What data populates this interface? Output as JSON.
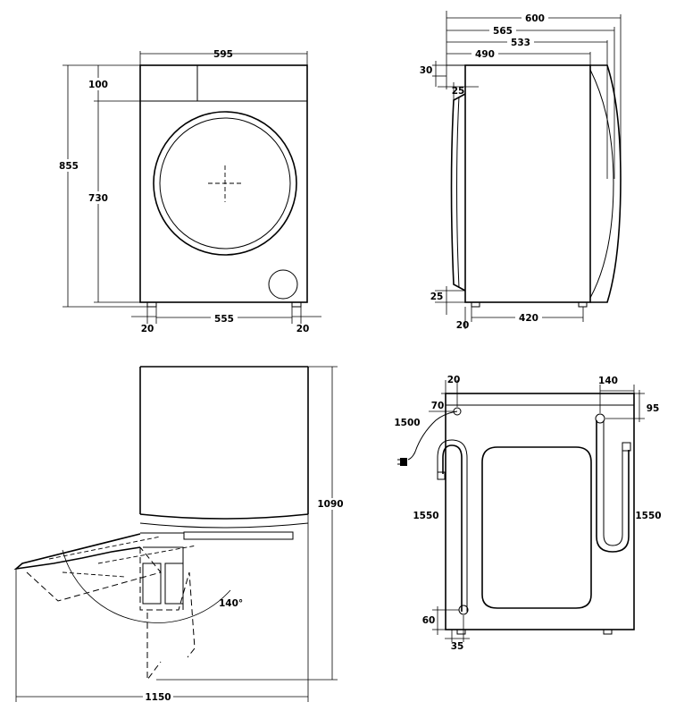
{
  "front_view": {
    "width": "595",
    "height_total": "855",
    "panel_height": "100",
    "body_height": "730",
    "feet_inner": "555",
    "foot_left": "20",
    "foot_right": "20"
  },
  "side_view": {
    "depth_overall": "600",
    "depth_565": "565",
    "depth_533": "533",
    "depth_490": "490",
    "top_offset": "30",
    "door_offset_top": "25",
    "door_offset_bottom": "25",
    "feet_depth": "420",
    "foot_offset": "20"
  },
  "top_view": {
    "open_width": "1150",
    "open_depth": "1090",
    "door_angle": "140°"
  },
  "rear_view": {
    "top_offset": "20",
    "plug_offset": "70",
    "power_cord": "1500",
    "inlet_hose": "1550",
    "drain_hose": "1550",
    "right_offset": "140",
    "right_top": "95",
    "bottom_height": "60",
    "bottom_offset": "35"
  }
}
